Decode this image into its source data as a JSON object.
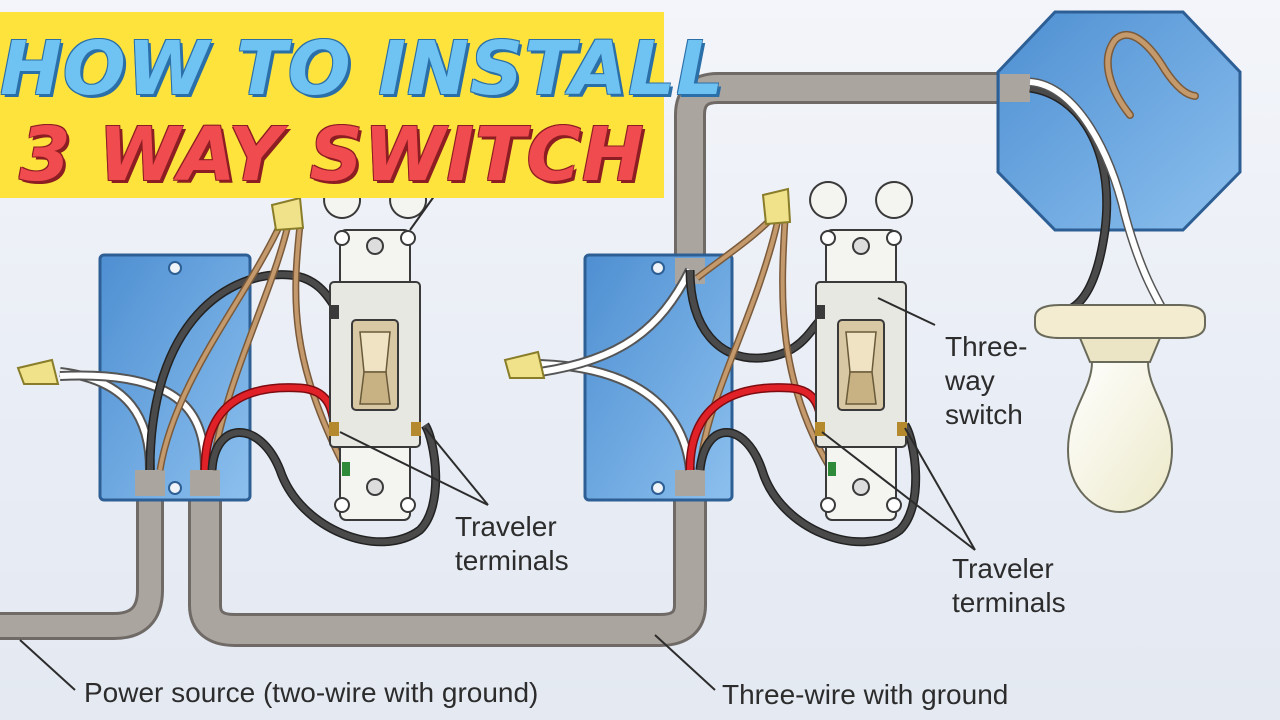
{
  "title": {
    "line1": "HOW TO INSTALL",
    "line2": "3 WAY SWITCH"
  },
  "labels": {
    "three_way_switch_line1": "Three-",
    "three_way_switch_line2": "way",
    "three_way_switch_line3": "switch",
    "traveler_left_line1": "Traveler",
    "traveler_left_line2": "terminals",
    "traveler_right_line1": "Traveler",
    "traveler_right_line2": "terminals",
    "power_source": "Power source (two-wire with ground)",
    "three_wire": "Three-wire with ground"
  },
  "colors": {
    "banner": "#fde33c",
    "title_line1": "#6fc3f3",
    "title_line2": "#f04b4f",
    "box_blue": "#5d9fdc",
    "cable_gray": "#a39d98",
    "wire_black": "#3a3a3a",
    "wire_white": "#ffffff",
    "wire_red": "#d91f25",
    "wire_bare": "#b48a5e"
  }
}
